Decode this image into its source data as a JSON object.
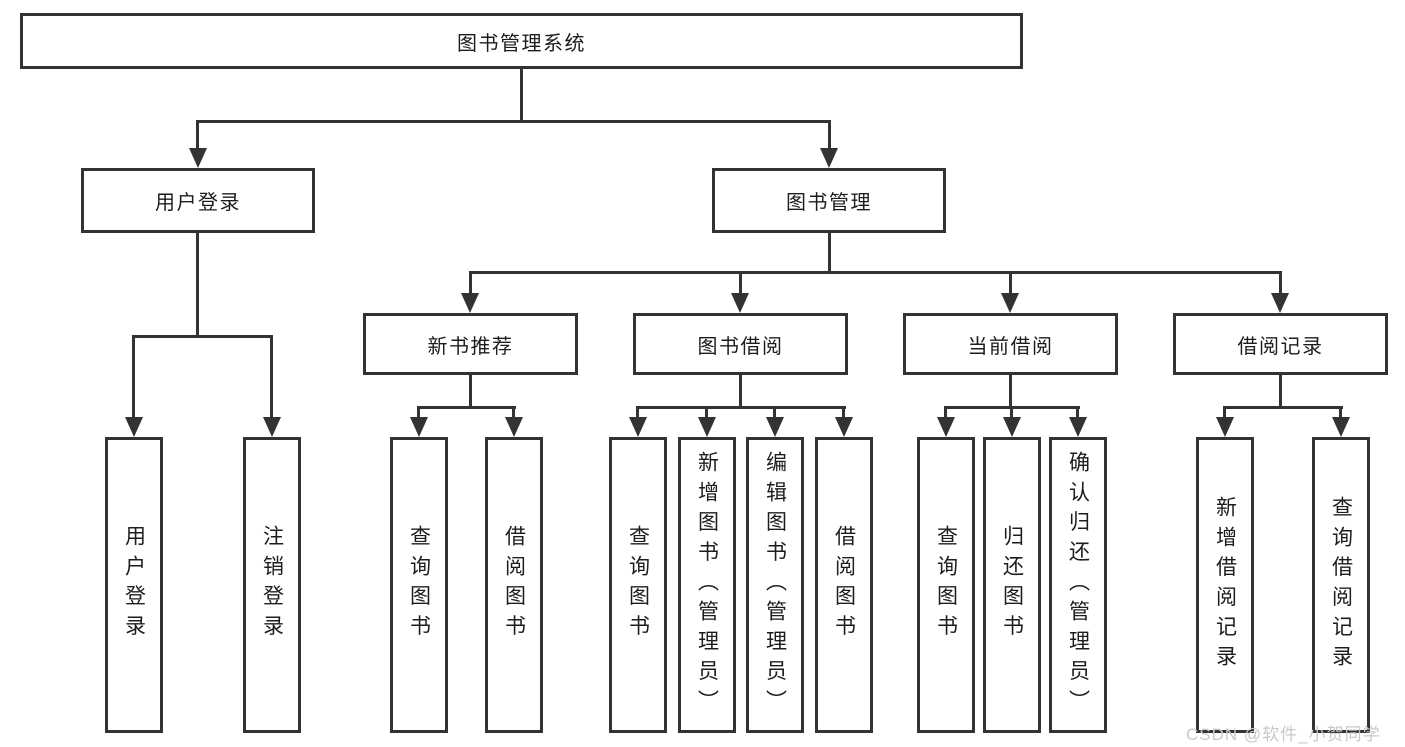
{
  "diagram": {
    "tree": {
      "label": "图书管理系统",
      "children": [
        {
          "label": "用户登录",
          "children": [
            {
              "label": "用户登录"
            },
            {
              "label": "注销登录"
            }
          ]
        },
        {
          "label": "图书管理",
          "children": [
            {
              "label": "新书推荐",
              "children": [
                {
                  "label": "查询图书"
                },
                {
                  "label": "借阅图书"
                }
              ]
            },
            {
              "label": "图书借阅",
              "children": [
                {
                  "label": "查询图书"
                },
                {
                  "label": "新增图书（管理员）"
                },
                {
                  "label": "编辑图书（管理员）"
                },
                {
                  "label": "借阅图书"
                }
              ]
            },
            {
              "label": "当前借阅",
              "children": [
                {
                  "label": "查询图书"
                },
                {
                  "label": "归还图书"
                },
                {
                  "label": "确认归还（管理员）"
                }
              ]
            },
            {
              "label": "借阅记录",
              "children": [
                {
                  "label": "新增借阅记录"
                },
                {
                  "label": "查询借阅记录"
                }
              ]
            }
          ]
        }
      ]
    },
    "watermark": "CSDN @软件_小贺同学",
    "colors": {
      "line": "#333333",
      "text": "#1d1d1d",
      "background": "#ffffff",
      "watermark": "#c9c9c9"
    }
  }
}
